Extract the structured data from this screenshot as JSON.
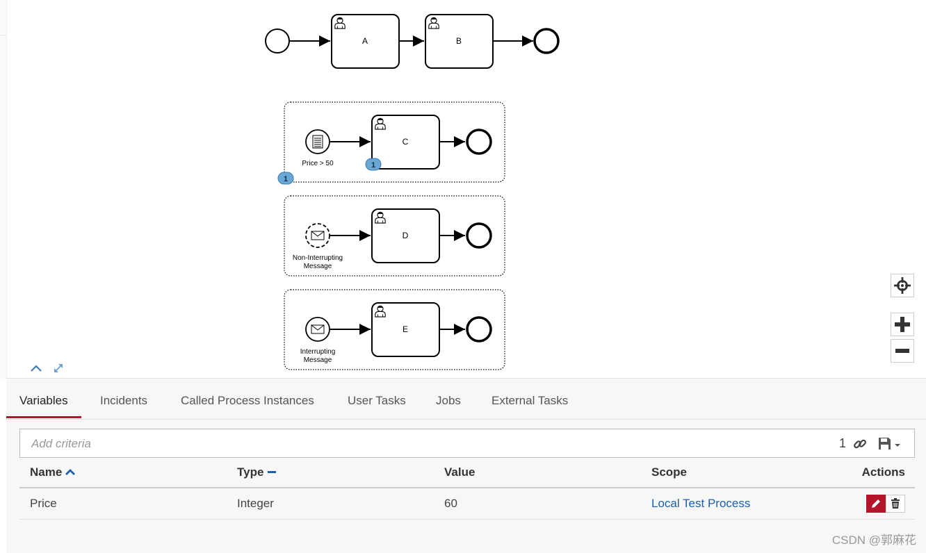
{
  "diagram": {
    "tasks": {
      "a": "A",
      "b": "B",
      "c": "C",
      "d": "D",
      "e": "E"
    },
    "events": {
      "conditional_label": "Price > 50",
      "non_interrupting_line1": "Non-Interrupting",
      "non_interrupting_line2": "Message",
      "interrupting_line1": "Interrupting",
      "interrupting_line2": "Message"
    },
    "badges": {
      "subprocess": "1",
      "task_c": "1"
    }
  },
  "tabs": [
    {
      "label": "Variables",
      "active": true
    },
    {
      "label": "Incidents",
      "active": false
    },
    {
      "label": "Called Process Instances",
      "active": false
    },
    {
      "label": "User Tasks",
      "active": false
    },
    {
      "label": "Jobs",
      "active": false
    },
    {
      "label": "External Tasks",
      "active": false
    }
  ],
  "search": {
    "placeholder": "Add criteria",
    "count": "1"
  },
  "table": {
    "headers": {
      "name": "Name",
      "type": "Type",
      "value": "Value",
      "scope": "Scope",
      "actions": "Actions"
    },
    "rows": [
      {
        "name": "Price",
        "type": "Integer",
        "value": "60",
        "scope": "Local Test Process"
      }
    ]
  },
  "watermark": "CSDN @郭麻花",
  "colors": {
    "accent": "#b5152b",
    "link": "#1b5fae",
    "badge": "#6aa7d4"
  }
}
